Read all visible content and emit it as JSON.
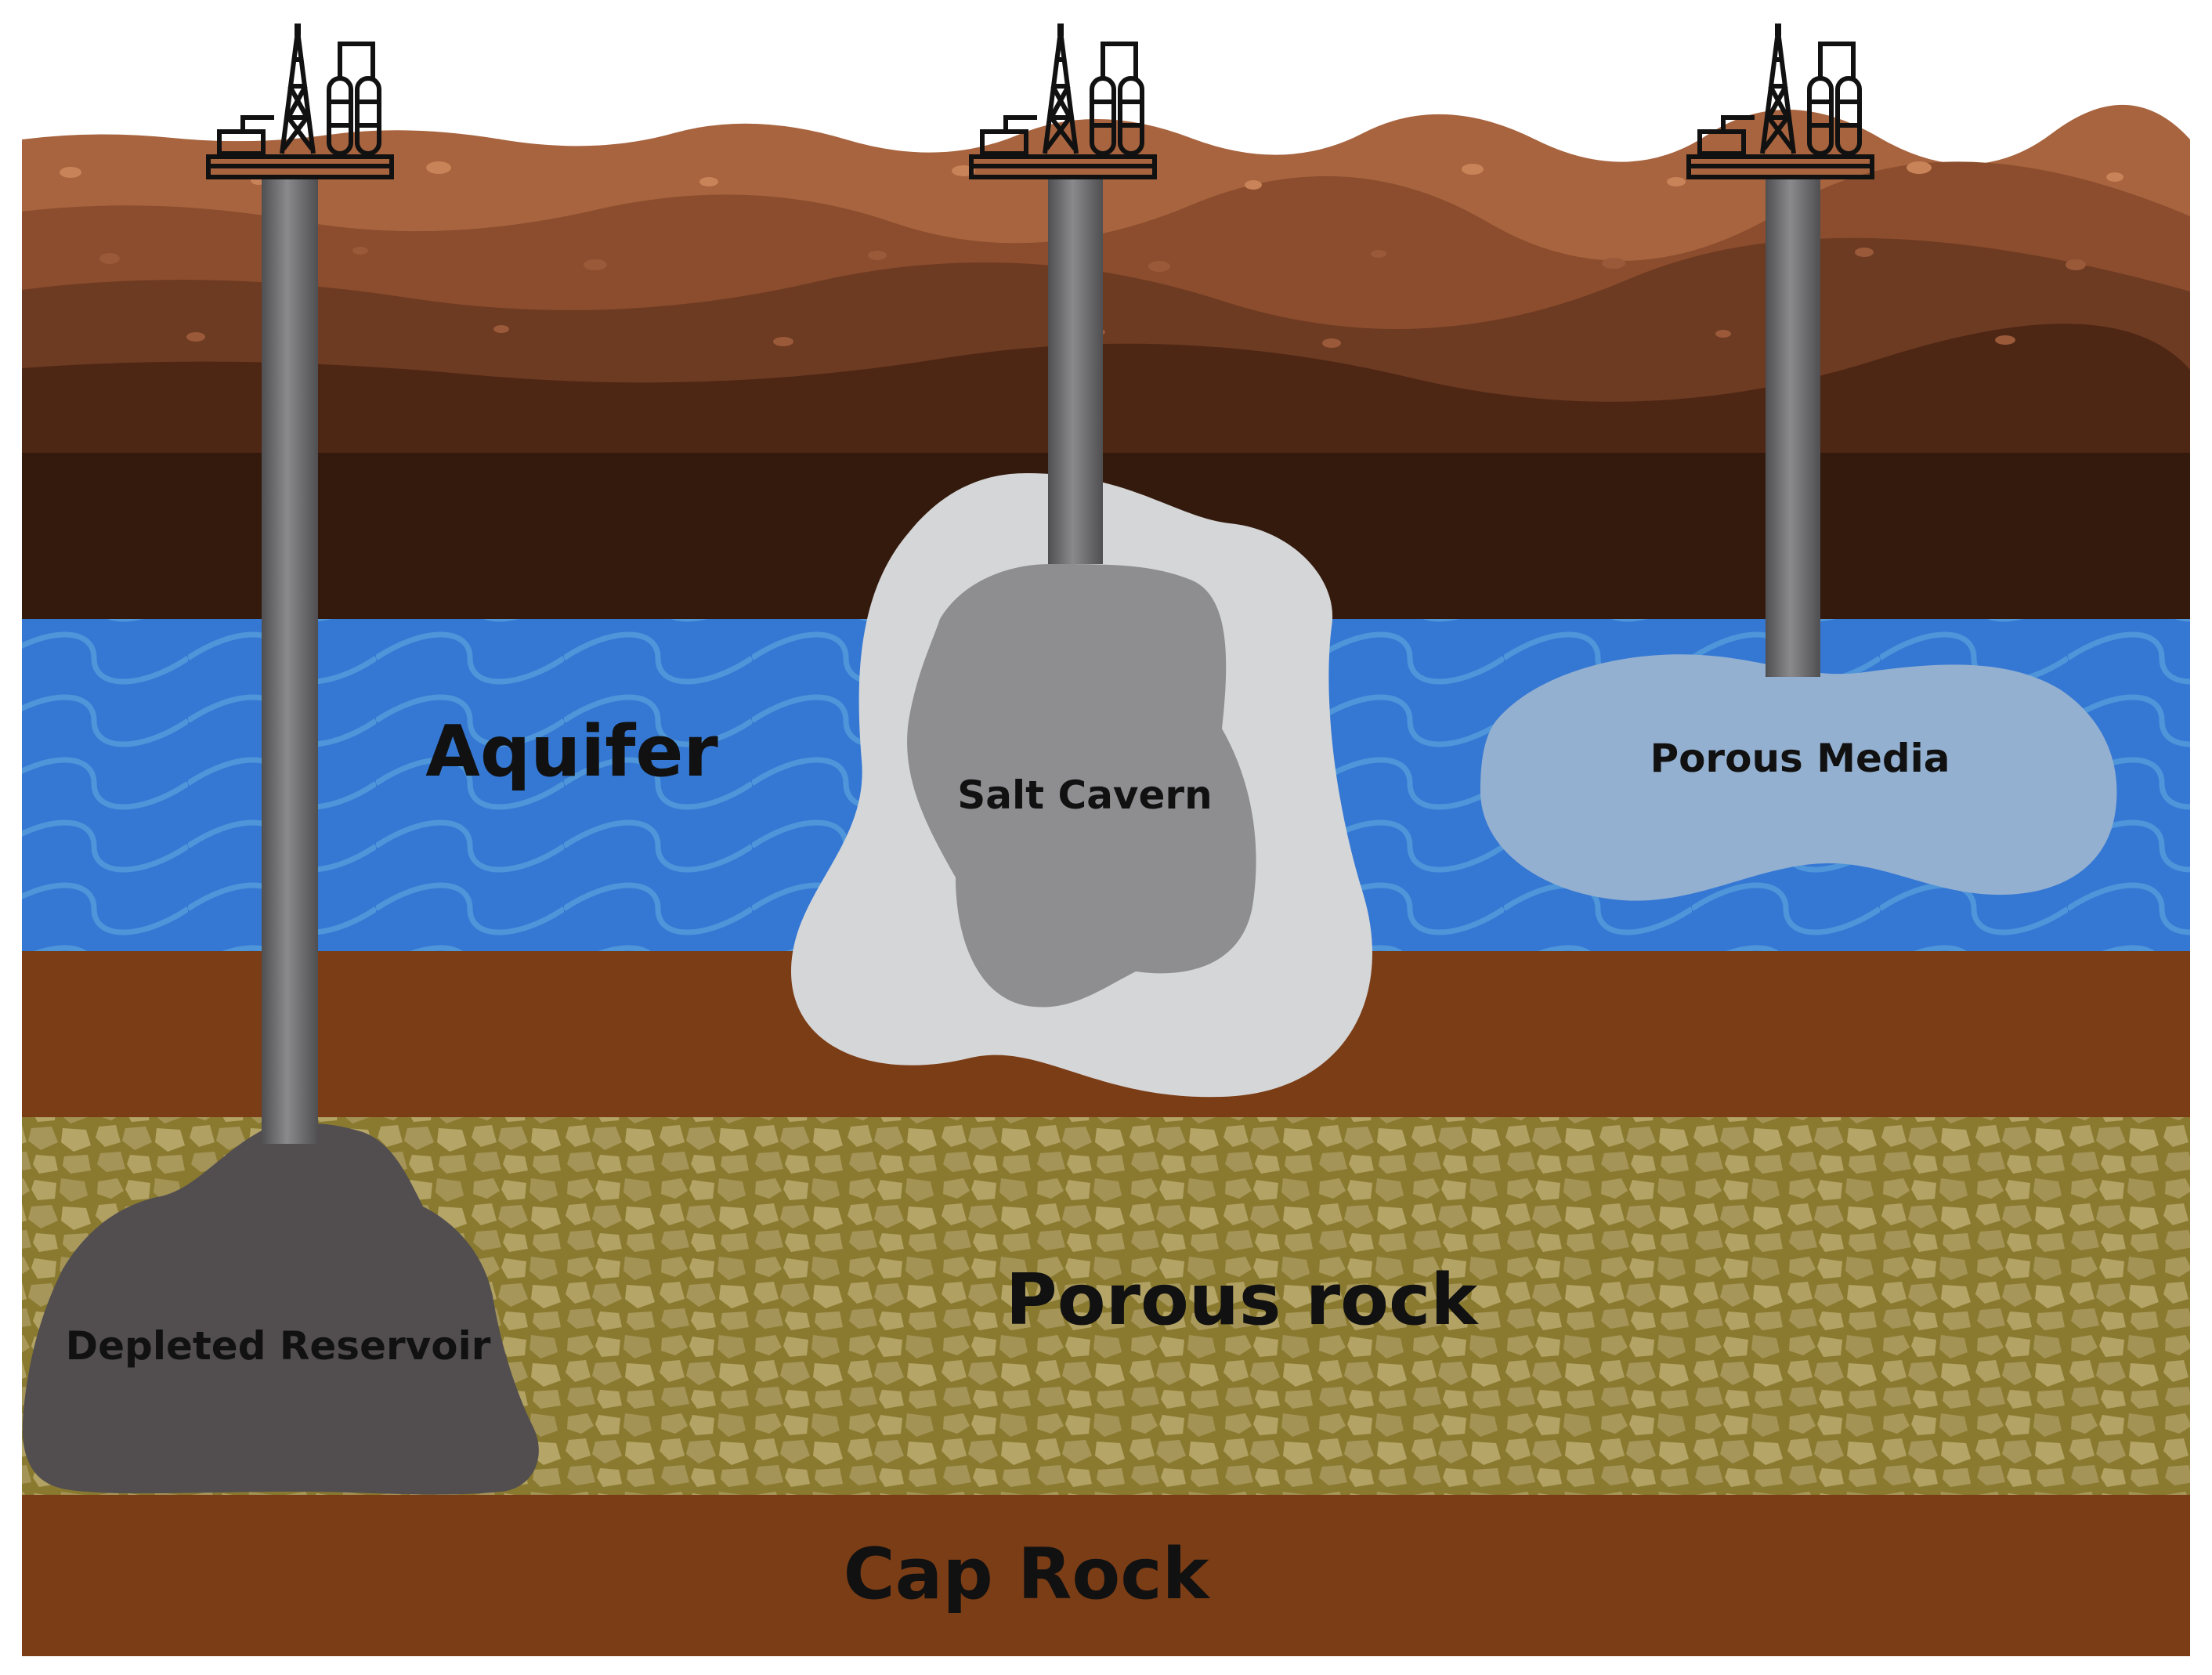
{
  "layers": {
    "aquifer": "Aquifer",
    "porous_rock": "Porous rock",
    "cap_rock": "Cap Rock"
  },
  "storage": {
    "depleted_reservoir": "Depleted Reservoir",
    "salt_cavern": "Salt Cavern",
    "porous_media": "Porous Media"
  },
  "colors": {
    "topsoil": "#a8643f",
    "subsoil": "#6d3a22",
    "dark_stratum": "#331a0c",
    "water": "#3578d4",
    "wave": "#4e96d9",
    "clay": "#7b3d16",
    "porous_rock": "#8b7a2e",
    "depleted_reservoir": "#524e4f",
    "salt_outer": "#d5d6d8",
    "salt_inner": "#8e8e90",
    "porous_media": "#94b0d0",
    "pipe": "#6f6f71"
  }
}
